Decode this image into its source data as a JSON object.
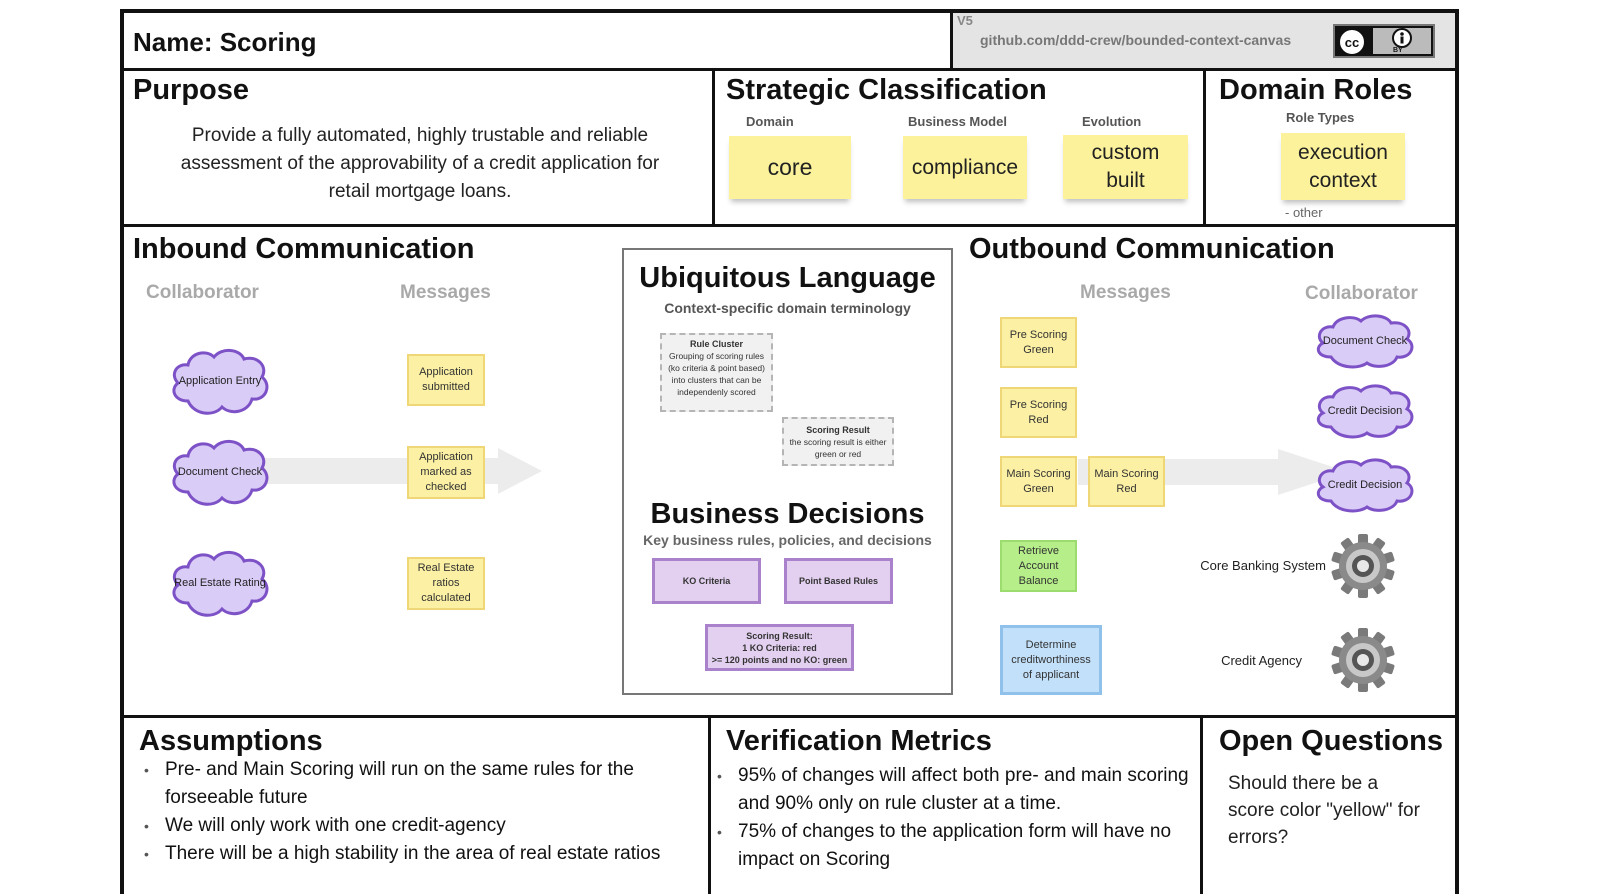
{
  "header": {
    "name_title": "Name: Scoring",
    "version": "V5",
    "url": "github.com/ddd-crew/bounded-context-canvas",
    "license_icon": "cc-by-icon",
    "license_label": "BY"
  },
  "purpose": {
    "title": "Purpose",
    "text": "Provide a fully automated, highly trustable and reliable assessment of the approvability of a credit application for retail mortgage loans."
  },
  "strategic": {
    "title": "Strategic Classification",
    "domain_label": "Domain",
    "domain_value": "core",
    "business_model_label": "Business Model",
    "business_model_value": "compliance",
    "evolution_label": "Evolution",
    "evolution_value": "custom built"
  },
  "domain_roles": {
    "title": "Domain Roles",
    "role_types_label": "Role Types",
    "role_value": "execution context",
    "other_label": "- other"
  },
  "inbound": {
    "title": "Inbound Communication",
    "collaborator_header": "Collaborator",
    "messages_header": "Messages",
    "collaborators": [
      {
        "label": "Application Entry",
        "icon": "cloud-icon"
      },
      {
        "label": "Document Check",
        "icon": "cloud-icon"
      },
      {
        "label": "Real Estate Rating",
        "icon": "cloud-icon"
      }
    ],
    "messages": [
      "Application submitted",
      "Application marked as checked",
      "Real Estate ratios calculated"
    ]
  },
  "ubiquitous": {
    "title": "Ubiquitous Language",
    "subtitle": "Context-specific domain terminology",
    "terms": [
      {
        "name": "Rule Cluster",
        "definition": "Grouping of scoring rules (ko criteria & point based) into clusters that can be independenly scored"
      },
      {
        "name": "Scoring Result",
        "definition": "the scoring result is either green or red"
      }
    ]
  },
  "business_decisions": {
    "title": "Business Decisions",
    "subtitle": "Key business rules, policies, and decisions",
    "items": [
      "KO Criteria",
      "Point Based Rules"
    ],
    "result": {
      "title": "Scoring Result:",
      "line1": "1 KO Criteria: red",
      "line2": ">= 120 points and no KO: green"
    }
  },
  "outbound": {
    "title": "Outbound Communication",
    "messages_header": "Messages",
    "collaborator_header": "Collaborator",
    "messages": [
      "Pre Scoring Green",
      "Pre Scoring Red",
      "Main Scoring Green",
      "Main Scoring Red",
      "Retrieve Account Balance",
      "Determine creditworthiness of applicant"
    ],
    "collaborators": [
      {
        "label": "Document Check",
        "icon": "cloud-icon"
      },
      {
        "label": "Credit Decision",
        "icon": "cloud-icon"
      },
      {
        "label": "Credit Decision",
        "icon": "cloud-icon"
      },
      {
        "label": "Core Banking System",
        "icon": "gear-icon"
      },
      {
        "label": "Credit Agency",
        "icon": "gear-icon"
      }
    ]
  },
  "assumptions": {
    "title": "Assumptions",
    "items": [
      "Pre- and Main Scoring will run on the same rules for the forseeable future",
      "We will only work with one credit-agency",
      "There will be a high stability in the area of real estate ratios"
    ]
  },
  "verification": {
    "title": "Verification Metrics",
    "items": [
      "95% of changes will affect both pre- and main scoring and 90% only on rule cluster at a time.",
      "75% of changes to the application form will have no impact on Scoring"
    ]
  },
  "open_questions": {
    "title": "Open Questions",
    "text": "Should there be a score color \"yellow\" for errors?"
  },
  "colors": {
    "sticky_yellow": "#fbf29b",
    "cloud_purple": "#d9ccf7",
    "message_green": "#b6ef8a",
    "message_blue": "#c2e0fa",
    "decision_purple": "#e3d0f0"
  }
}
